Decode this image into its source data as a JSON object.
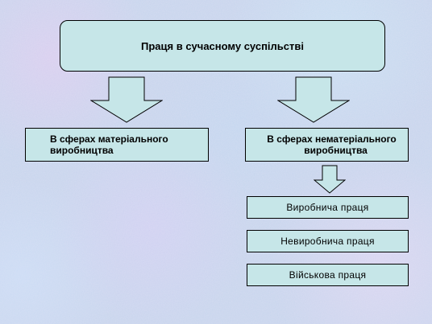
{
  "diagram": {
    "title": "Праця в сучасному суспільстві",
    "categories": [
      {
        "line1": "В сферах матеріального",
        "line2": "виробництва"
      },
      {
        "line1": "В сферах нематеріального",
        "line2": "виробництва"
      }
    ],
    "subcategories": [
      "Виробнича праця",
      "Невиробнича праця",
      "Військова праця"
    ]
  },
  "colors": {
    "box_fill": "#c6e6e8",
    "border": "#000000",
    "arrow_fill": "#c6e6e8",
    "background": "#c6d4ec"
  }
}
